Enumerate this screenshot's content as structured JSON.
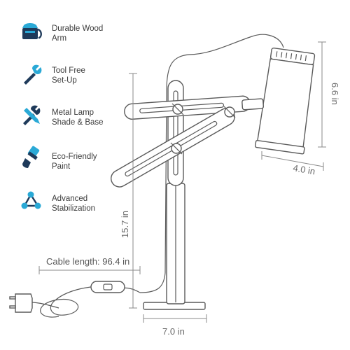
{
  "features": [
    {
      "icon": "wood-arm-icon",
      "line1": "Durable Wood",
      "line2": "Arm"
    },
    {
      "icon": "wrench-icon",
      "line1": "Tool Free",
      "line2": "Set-Up"
    },
    {
      "icon": "tools-icon",
      "line1": "Metal Lamp",
      "line2": "Shade & Base"
    },
    {
      "icon": "paintbrush-icon",
      "line1": "Eco-Friendly",
      "line2": "Paint"
    },
    {
      "icon": "stabilization-icon",
      "line1": "Advanced",
      "line2": "Stabilization"
    }
  ],
  "dimensions": {
    "shade_height": "6.6 in",
    "shade_width": "4.0 in",
    "lamp_height": "15.7 in",
    "base_width": "7.0 in",
    "cable_length": "Cable length: 96.4 in"
  },
  "colors": {
    "icon_dark": "#1e3a5a",
    "icon_blue": "#2aa9d6",
    "line": "#5a5a5a"
  }
}
